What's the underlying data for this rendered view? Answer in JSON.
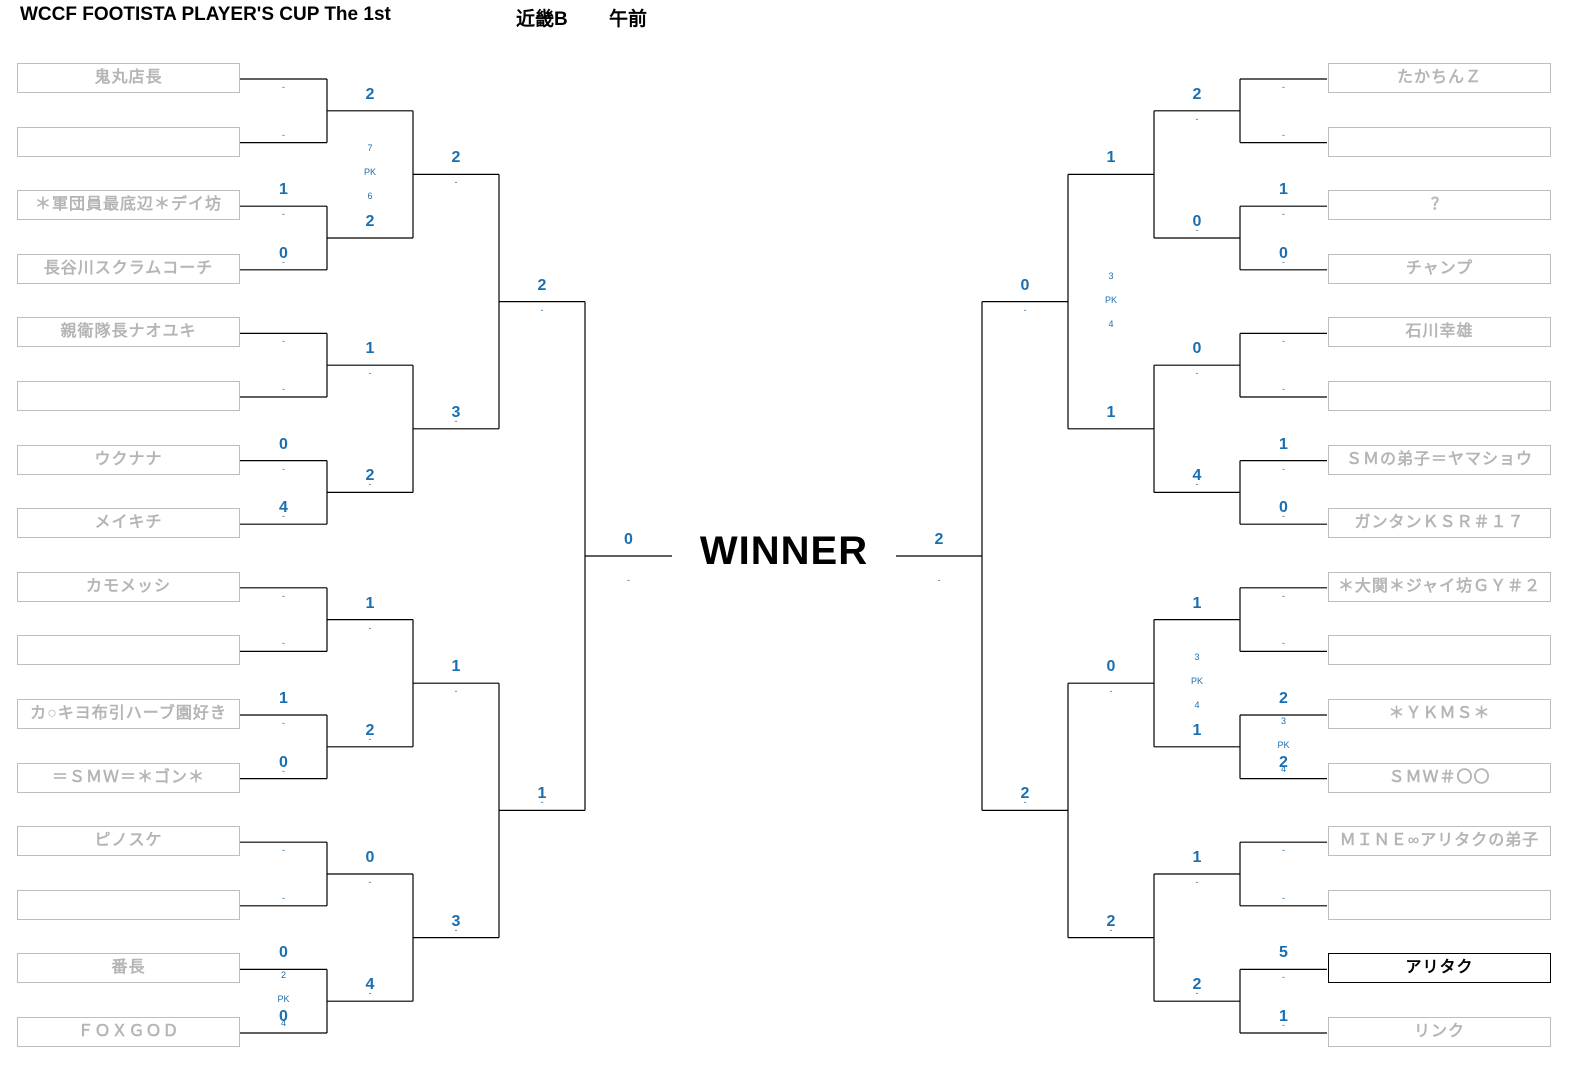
{
  "header": {
    "title": "WCCF FOOTISTA PLAYER'S CUP The 1st",
    "region": "近畿B",
    "session": "午前"
  },
  "winner_label": "WINNER",
  "left": {
    "players": [
      "鬼丸店長",
      "",
      "＊軍団員最底辺＊デイ坊",
      "長谷川スクラムコーチ",
      "親衛隊長ナオユキ",
      "",
      "ウクナナ",
      "メイキチ",
      "カモメッシ",
      "",
      "カ○キヨ布引ハーブ園好き",
      "＝ＳＭＷ＝＊ゴン＊",
      "ピノスケ",
      "",
      "番長",
      "ＦＯＸＧＯＤ"
    ],
    "scores": {
      "r1": [
        "",
        "",
        "1",
        "0",
        "",
        "",
        "0",
        "4",
        "",
        "",
        "1",
        "0",
        "",
        "",
        "0",
        "0"
      ],
      "r2": [
        "2",
        "2",
        "1",
        "2",
        "1",
        "2",
        "0",
        "4"
      ],
      "r3": [
        "2",
        "3",
        "1",
        "3"
      ],
      "r4": [
        "2",
        "1"
      ],
      "final": "0"
    },
    "pk": {
      "r2_0": [
        "7",
        "PK",
        "6"
      ],
      "r1_7": [
        "2",
        "PK",
        "4"
      ]
    }
  },
  "right": {
    "players": [
      "たかちんＺ",
      "",
      "？",
      "チャンプ",
      "石川幸雄",
      "",
      "ＳＭの弟子＝ヤマショウ",
      "ガンタンＫＳＲ＃１７",
      "＊大関＊ジャイ坊ＧＹ＃２",
      "",
      "＊ＹＫＭＳ＊",
      "ＳＭＷ＃〇〇",
      "ＭＩＮＥ∞アリタクの弟子",
      "",
      "アリタク",
      "リンク"
    ],
    "scores": {
      "r1": [
        "",
        "",
        "1",
        "0",
        "",
        "",
        "1",
        "0",
        "",
        "",
        "2",
        "2",
        "",
        "",
        "5",
        "1"
      ],
      "r2": [
        "2",
        "0",
        "0",
        "4",
        "1",
        "1",
        "1",
        "2"
      ],
      "r3": [
        "1",
        "1",
        "0",
        "2"
      ],
      "r4": [
        "0",
        "2"
      ],
      "final": "2"
    },
    "pk": {
      "r3_0": [
        "3",
        "PK",
        "4"
      ],
      "r2_2": [
        "3",
        "PK",
        "4"
      ],
      "r1_5": [
        "3",
        "PK",
        "4"
      ]
    }
  },
  "dash_text": "-",
  "winner_player_index_right": 14
}
